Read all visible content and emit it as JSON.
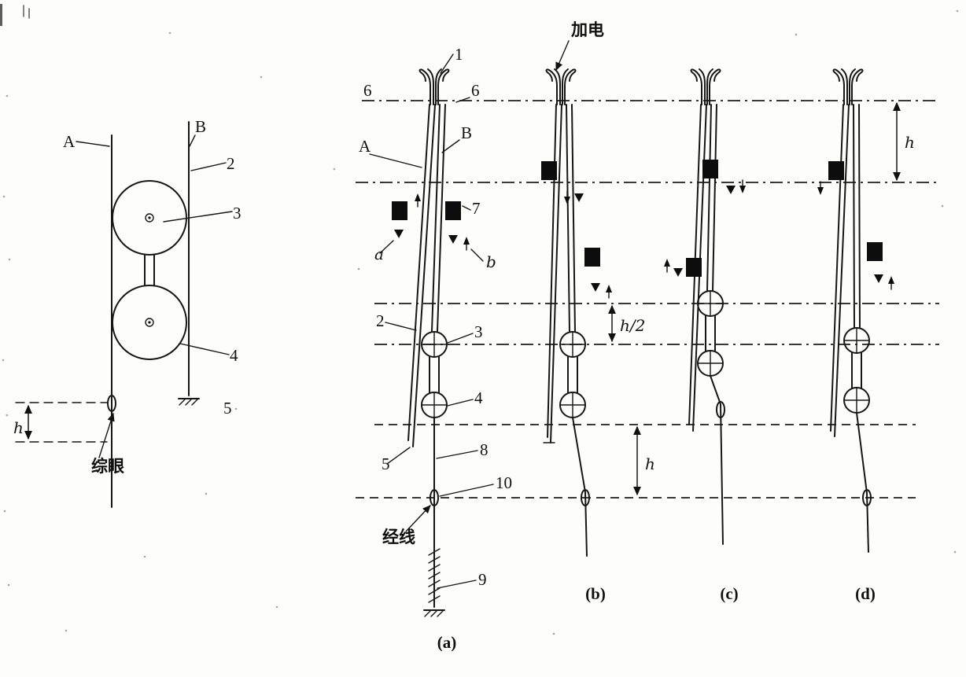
{
  "left_diagram": {
    "cord_a": "A",
    "cord_b": "B",
    "num_2": "2",
    "num_3": "3",
    "num_4": "4",
    "num_5": "5",
    "dim_h": "h",
    "heddle_eye_label": "综眼"
  },
  "mechanism": {
    "power_label": "加电",
    "num_1": "1",
    "num_6_left": "6",
    "num_6_right": "6",
    "cord_a": "A",
    "cord_b": "B",
    "num_7": "7",
    "arrow_a": "a",
    "arrow_b": "b",
    "num_2": "2",
    "num_3": "3",
    "num_4": "4",
    "num_5": "5",
    "num_8": "8",
    "num_10": "10",
    "num_9": "9",
    "warp_label": "经线",
    "dim_h_top": "h",
    "dim_h_half": "h/2",
    "dim_h_bottom": "h",
    "caption_a": "(a)",
    "caption_b": "(b)",
    "caption_c": "(c)",
    "caption_d": "(d)"
  }
}
